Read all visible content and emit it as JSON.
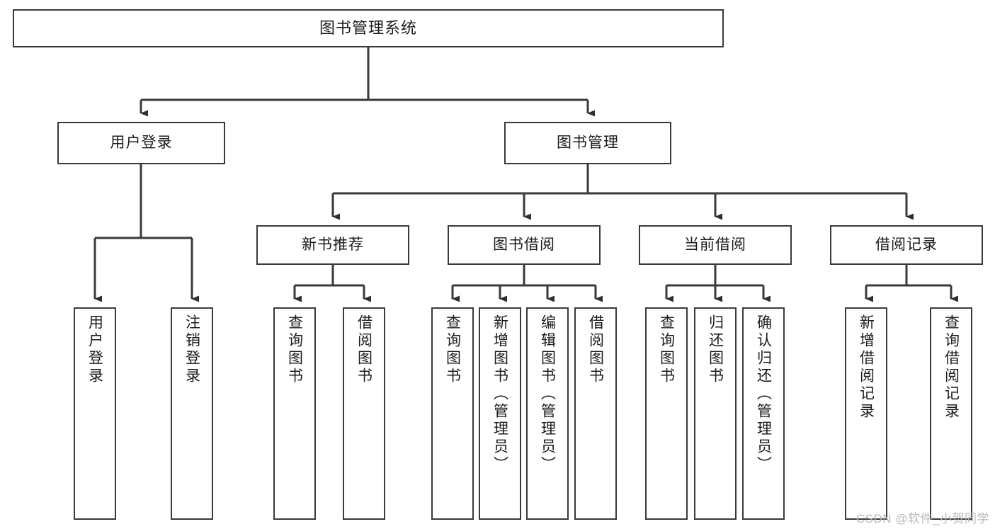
{
  "diagram": {
    "title": "图书管理系统",
    "type": "tree-hierarchy-chart",
    "stroke_color": "#3a3a3a",
    "background_color": "#ffffff",
    "text_color": "#1b1b1b"
  },
  "nodes": {
    "root": {
      "label": "图书管理系统"
    },
    "level2": [
      {
        "label": "用户登录"
      },
      {
        "label": "图书管理"
      }
    ],
    "level3": [
      {
        "label": "新书推荐"
      },
      {
        "label": "图书借阅"
      },
      {
        "label": "当前借阅"
      },
      {
        "label": "借阅记录"
      }
    ],
    "leaves_user_login": [
      {
        "label": "用户登录"
      },
      {
        "label": "注销登录"
      }
    ],
    "leaves_new_book": [
      {
        "label": "查询图书"
      },
      {
        "label": "借阅图书"
      }
    ],
    "leaves_borrow": [
      {
        "label": "查询图书"
      },
      {
        "label": "新增图书（管理员）"
      },
      {
        "label": "编辑图书（管理员）"
      },
      {
        "label": "借阅图书"
      }
    ],
    "leaves_current": [
      {
        "label": "查询图书"
      },
      {
        "label": "归还图书"
      },
      {
        "label": "确认归还（管理员）"
      }
    ],
    "leaves_records": [
      {
        "label": "新增借阅记录"
      },
      {
        "label": "查询借阅记录"
      }
    ]
  },
  "watermark": {
    "text": "CSDN @软件_小贺同学"
  }
}
